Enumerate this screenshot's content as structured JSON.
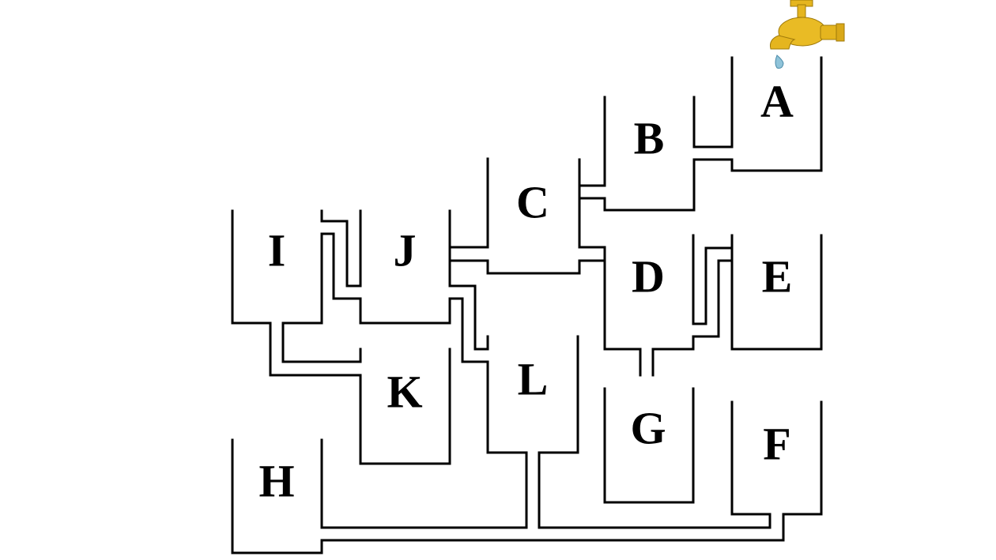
{
  "containers": [
    {
      "id": "A",
      "label": "A"
    },
    {
      "id": "B",
      "label": "B"
    },
    {
      "id": "C",
      "label": "C"
    },
    {
      "id": "D",
      "label": "D"
    },
    {
      "id": "E",
      "label": "E"
    },
    {
      "id": "F",
      "label": "F"
    },
    {
      "id": "G",
      "label": "G"
    },
    {
      "id": "H",
      "label": "H"
    },
    {
      "id": "I",
      "label": "I"
    },
    {
      "id": "J",
      "label": "J"
    },
    {
      "id": "K",
      "label": "K"
    },
    {
      "id": "L",
      "label": "L"
    }
  ],
  "faucet": {
    "icon": "faucet-icon",
    "color": "#e5b51f",
    "drop_color": "#8fc3d9"
  }
}
